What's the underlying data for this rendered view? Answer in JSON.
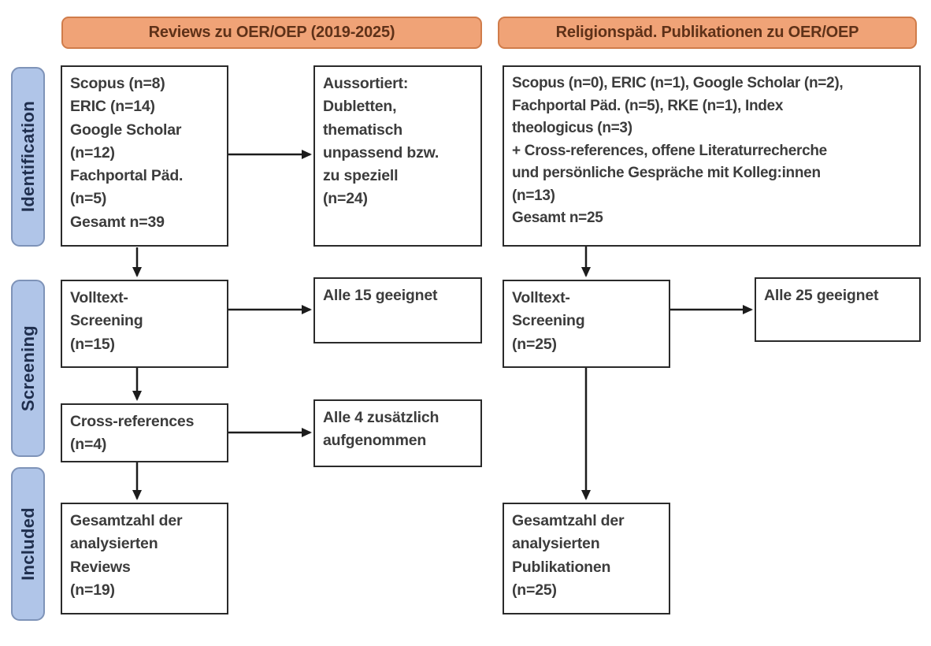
{
  "colors": {
    "background": "#ffffff",
    "header_fill": "#f0a377",
    "header_border": "#d07c4a",
    "header_text": "#5e3118",
    "stage_fill": "#b0c5e8",
    "stage_border": "#7e93b8",
    "stage_text": "#1f2e4d",
    "box_border": "#2a2a2a",
    "box_text": "#3c3c3c",
    "arrow": "#1c1c1c"
  },
  "headers": {
    "left": "Reviews zu OER/OEP (2019-2025)",
    "right": "Religionspäd. Publikationen zu OER/OEP"
  },
  "stages": {
    "identification": "Identification",
    "screening": "Screening",
    "included": "Included"
  },
  "boxes": {
    "left_sources": "Scopus (n=8)\nERIC (n=14)\nGoogle Scholar\n(n=12)\nFachportal Päd.\n(n=5)\nGesamt n=39",
    "excluded": "Aussortiert:\nDubletten,\nthematisch\nunpassend bzw.\nzu speziell\n(n=24)",
    "right_sources": "Scopus (n=0), ERIC (n=1), Google Scholar (n=2),\nFachportal Päd. (n=5), RKE (n=1), Index\ntheologicus (n=3)\n+ Cross-references, offene Literaturrecherche\nund persönliche Gespräche mit Kolleg:innen\n(n=13)\nGesamt n=25",
    "left_fulltext": "Volltext-\nScreening\n(n=15)",
    "left_fulltext_result": "Alle 15 geeignet",
    "right_fulltext": "Volltext-\nScreening\n(n=25)",
    "right_fulltext_result": "Alle 25 geeignet",
    "crossref": "Cross-references\n(n=4)",
    "crossref_result": "Alle 4 zusätzlich\naufgenommen",
    "left_included": "Gesamtzahl der\nanalysierten\nReviews\n(n=19)",
    "right_included": "Gesamtzahl der\nanalysierten\nPublikationen\n(n=25)"
  }
}
